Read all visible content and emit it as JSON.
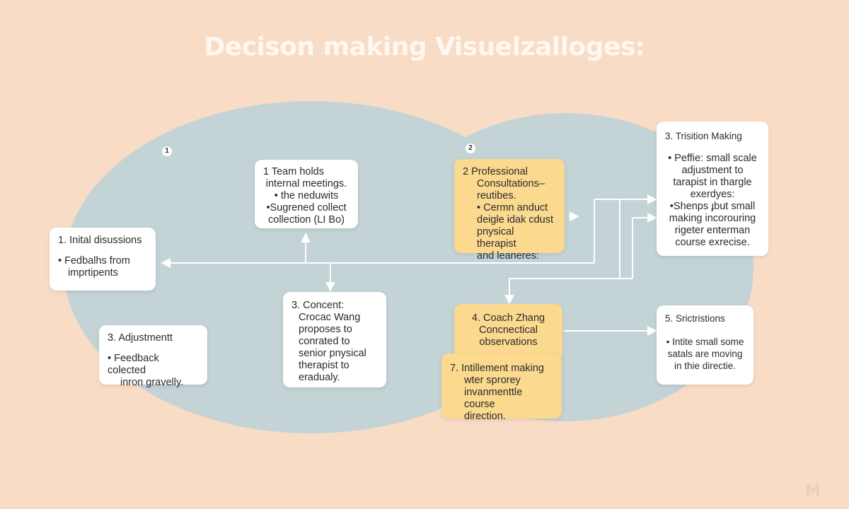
{
  "title": "Decison making Visuelzalloges:",
  "markers": {
    "left": "1",
    "right": "2"
  },
  "cards": {
    "initial": {
      "head": "1. Inital disussions",
      "lines": [
        "• Fedbalhs from",
        "imprtipents"
      ]
    },
    "team": {
      "lines": [
        "1 Team holds",
        "internal meetings.",
        "• the neduwits",
        "•Sugrened collect",
        "collection (LI Bo)"
      ]
    },
    "professional": {
      "lines": [
        "2 Professional",
        "Consultations–",
        "reutibes.",
        "• Cermn anduct",
        "deigle ɨdak cdust",
        "pnysical therapist",
        "and leaneres:"
      ]
    },
    "transition": {
      "head": "3. Trisition Making",
      "lines": [
        "• Peffie: small scale",
        "adjustment to",
        "tarapist in thargle",
        "exerdyes:",
        "•Shenps ɟbut small",
        "making incorouring",
        "rigeter enterman",
        "course exrecise."
      ]
    },
    "adjustment": {
      "head": "3. Adjustmentt",
      "lines": [
        "• Feedback colected",
        "inron gravelly."
      ]
    },
    "concent": {
      "lines": [
        "3. Concent:",
        "Crocac Wang",
        "proposes to",
        "conrated to",
        "senior pnysical",
        "therapist to",
        "eradualy."
      ]
    },
    "coach": {
      "lines": [
        "4. Coach Zhang",
        "Concnectical",
        "observations"
      ]
    },
    "intillement": {
      "lines": [
        "7. Intillement making",
        "wter sprorey",
        "invanmenttle course",
        "direction."
      ]
    },
    "srictristions": {
      "head": "5. Srictristions",
      "lines": [
        "• Intite small some",
        "satals are moving",
        "in thie directie."
      ]
    }
  },
  "logo": "M",
  "colors": {
    "background": "#f9dcc5",
    "lobe": "#c3d3d6",
    "yellow": "#fbd98e",
    "card": "#ffffff",
    "arrow": "#ffffff"
  }
}
